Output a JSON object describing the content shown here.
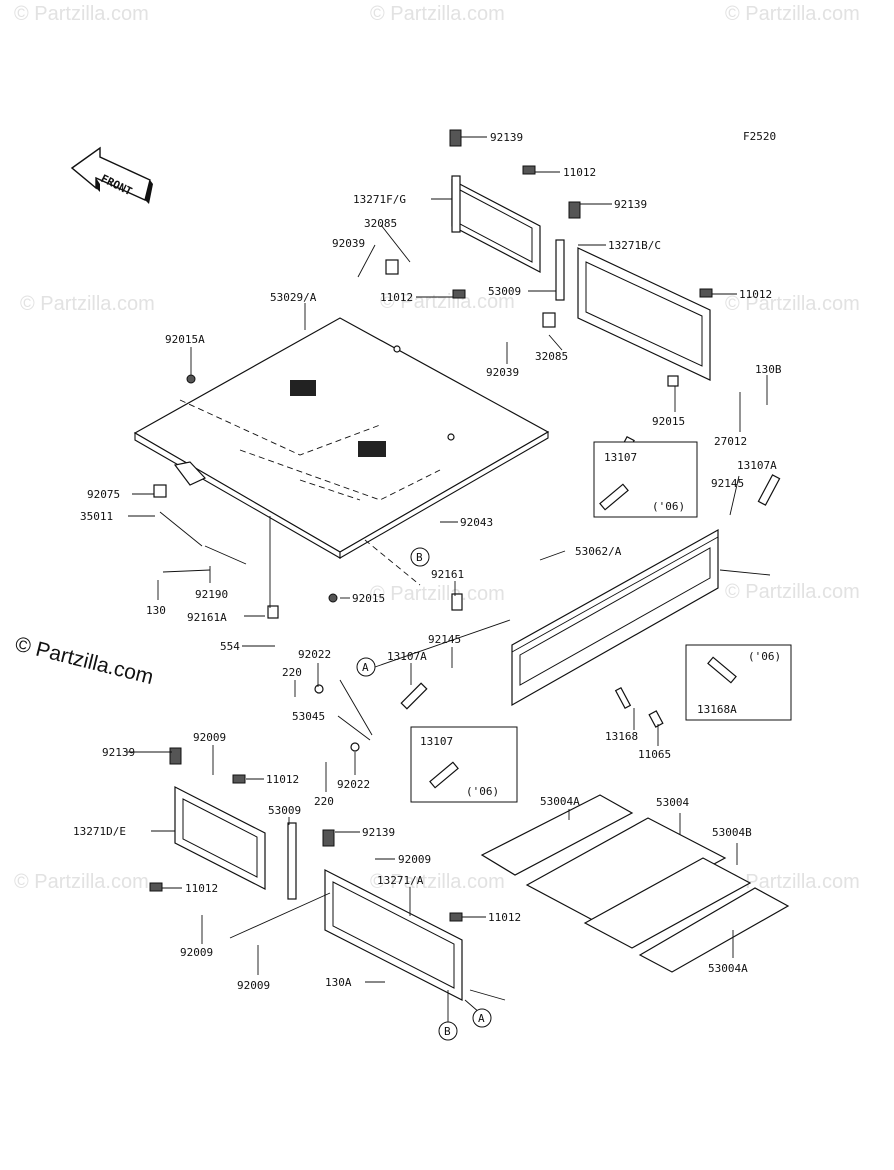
{
  "figure_code": "F2520",
  "front_arrow_label": "FRONT",
  "watermarks": [
    "© Partzilla.com"
  ],
  "main_watermark": "© Partzilla.com",
  "ref_markers": {
    "a": "A",
    "b": "B"
  },
  "part_labels": {
    "p92139_top": "92139",
    "p11012_top": "11012",
    "p13271fg": "13271F/G",
    "p92139_b": "92139",
    "p32085_a": "32085",
    "p13271bc": "13271B/C",
    "p92039_a": "92039",
    "p11012_mid": "11012",
    "p53009_top": "53009",
    "p11012_right": "11012",
    "p53029a": "53029/A",
    "p92015a": "92015A",
    "p92039_b": "92039",
    "p32085_b": "32085",
    "p130b": "130B",
    "p92015_right": "92015",
    "p27012": "27012",
    "p13107_box1": "13107",
    "p06_box1": "('06)",
    "p13107a_top": "13107A",
    "p92145_top": "92145",
    "p92075": "92075",
    "p35011": "35011",
    "p92043": "92043",
    "p53062a": "53062/A",
    "p92161": "92161",
    "p130": "130",
    "p92190": "92190",
    "p92015_low": "92015",
    "p92161a": "92161A",
    "p554": "554",
    "p92145_mid": "92145",
    "p92022_top": "92022",
    "p13107a_mid": "13107A",
    "p220_top": "220",
    "p06_box2": "('06)",
    "p13168a": "13168A",
    "p53045": "53045",
    "p13168": "13168",
    "p11065": "11065",
    "p92139_left": "92139",
    "p92009_top": "92009",
    "p13107_box3": "13107",
    "p11012_left": "11012",
    "p92022_low": "92022",
    "p220_low": "220",
    "p06_box3": "('06)",
    "p53004a_top": "53004A",
    "p53004": "53004",
    "p53009_low": "53009",
    "p13271de": "13271D/E",
    "p92139_low": "92139",
    "p92009_mid": "92009",
    "p53004b": "53004B",
    "p13271a": "13271/A",
    "p11012_low_left": "11012",
    "p11012_low_right": "11012",
    "p92009_low1": "92009",
    "p92009_low2": "92009",
    "p130a": "130A",
    "p53004a_low": "53004A"
  }
}
